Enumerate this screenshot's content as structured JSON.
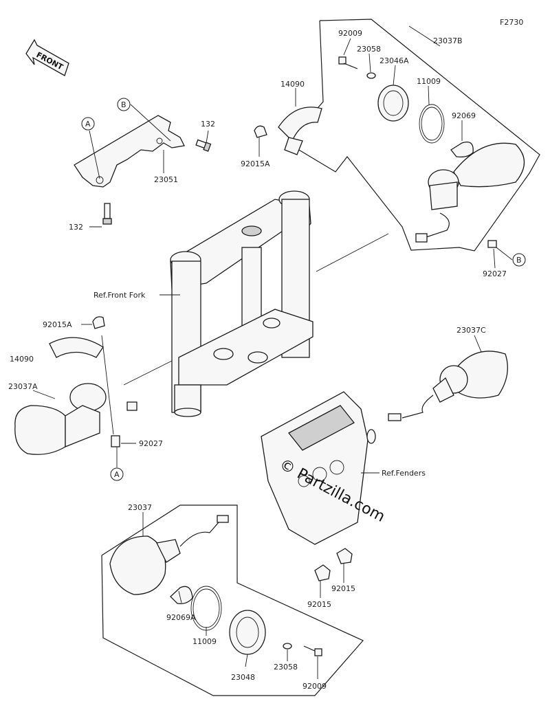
{
  "figure_code": "F2730",
  "front_label": "FRONT",
  "watermark": "© Partzilla.com",
  "callouts": {
    "a": "A",
    "b": "B"
  },
  "labels": {
    "p92009_top": "92009",
    "p23058_top": "23058",
    "p23046A": "23046A",
    "p23037B": "23037B",
    "p11009_top": "11009",
    "p92069": "92069",
    "p14090_top": "14090",
    "p92015A_top": "92015A",
    "p132_top": "132",
    "p23051": "23051",
    "p132_bot": "132",
    "p92027_right": "92027",
    "ref_front_fork": "Ref.Front Fork",
    "p92015A_left": "92015A",
    "p14090_left": "14090",
    "p23037A": "23037A",
    "p92027_left": "92027",
    "p23037C": "23037C",
    "ref_fenders": "Ref.Fenders",
    "p23037": "23037",
    "p92069A": "92069A",
    "p11009_bot": "11009",
    "p23048": "23048",
    "p23058_bot": "23058",
    "p92009_bot": "92009",
    "p92015_a": "92015",
    "p92015_b": "92015"
  }
}
